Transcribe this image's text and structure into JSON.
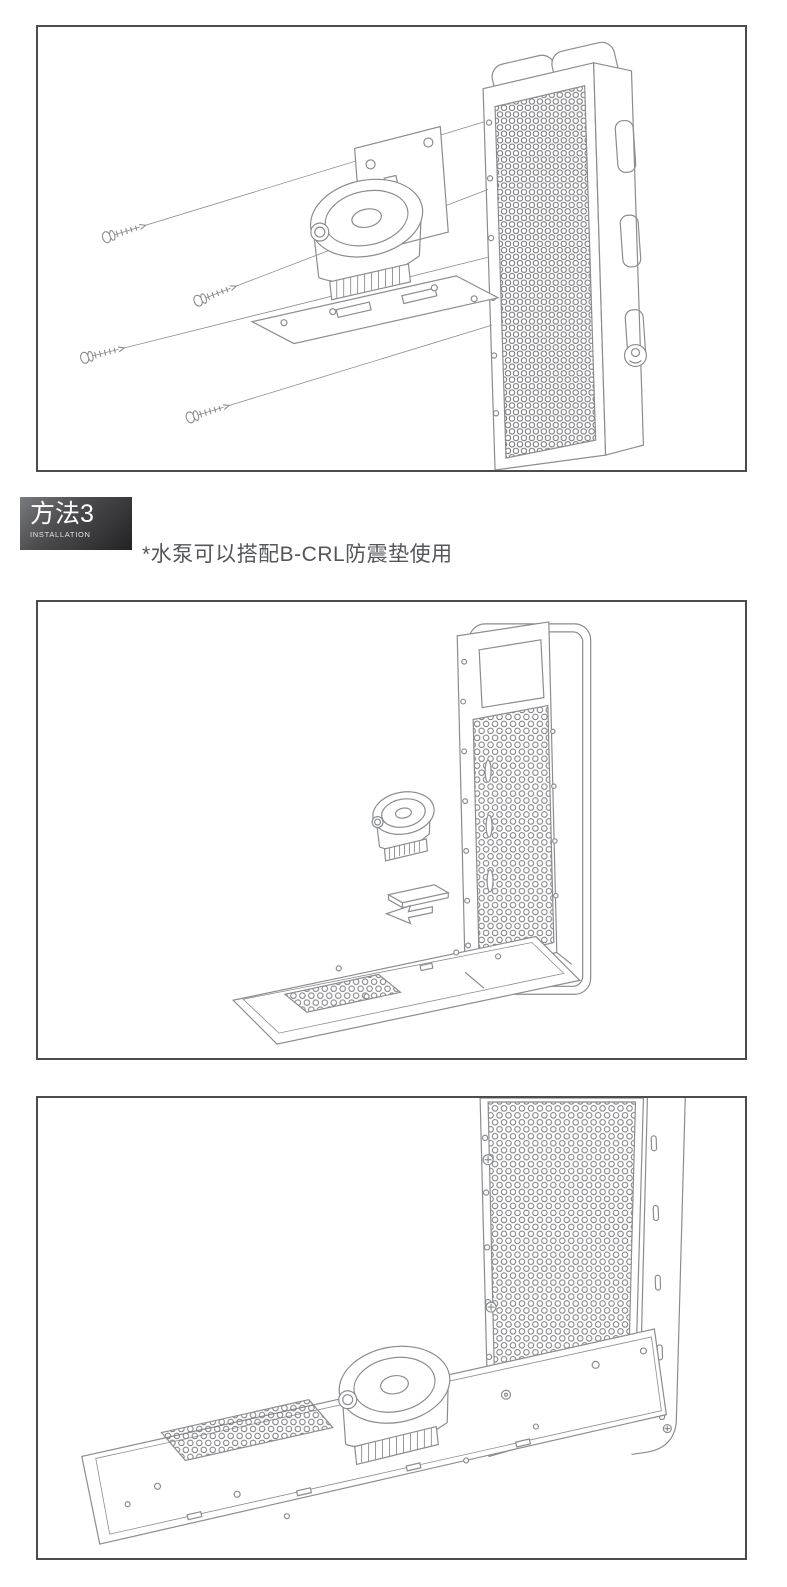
{
  "method_badge": {
    "title": "方法3",
    "subtitle": "INSTALLATION"
  },
  "note": {
    "text": "*水泵可以搭配B-CRL防震垫使用"
  },
  "colors": {
    "panel_border": "#4b4c4e",
    "line_art": "#8a8c8f",
    "mesh_line": "#6f7073",
    "badge_background_dark": "#232325",
    "badge_background_light": "#7a7b7e",
    "badge_text": "#ffffff",
    "note_text": "#54565a",
    "page_background": "#ffffff"
  }
}
